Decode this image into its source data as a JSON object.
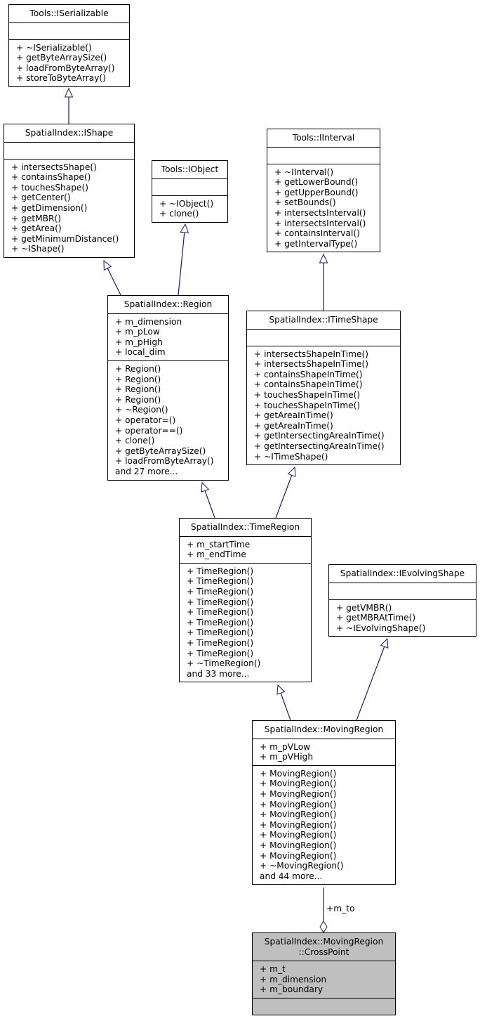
{
  "classes": [
    {
      "id": "iserializable",
      "title": [
        "Tools::ISerializable"
      ],
      "attributes": [],
      "methods": [
        "+ ~ISerializable()",
        "+ getByteArraySize()",
        "+ loadFromByteArray()",
        "+ storeToByteArray()"
      ]
    },
    {
      "id": "ishape",
      "title": [
        "SpatialIndex::IShape"
      ],
      "attributes": [],
      "methods": [
        "+ intersectsShape()",
        "+ containsShape()",
        "+ touchesShape()",
        "+ getCenter()",
        "+ getDimension()",
        "+ getMBR()",
        "+ getArea()",
        "+ getMinimumDistance()",
        "+ ~IShape()"
      ]
    },
    {
      "id": "iobject",
      "title": [
        "Tools::IObject"
      ],
      "attributes": [],
      "methods": [
        "+ ~IObject()",
        "+ clone()"
      ]
    },
    {
      "id": "iinterval",
      "title": [
        "Tools::IInterval"
      ],
      "attributes": [],
      "methods": [
        "+ ~IInterval()",
        "+ getLowerBound()",
        "+ getUpperBound()",
        "+ setBounds()",
        "+ intersectsInterval()",
        "+ intersectsInterval()",
        "+ containsInterval()",
        "+ getIntervalType()"
      ]
    },
    {
      "id": "region",
      "title": [
        "SpatialIndex::Region"
      ],
      "attributes": [
        "+ m_dimension",
        "+ m_pLow",
        "+ m_pHigh",
        "+ local_dim"
      ],
      "methods": [
        "+ Region()",
        "+ Region()",
        "+ Region()",
        "+ Region()",
        "+ ~Region()",
        "+ operator=()",
        "+ operator==()",
        "+ clone()",
        "+ getByteArraySize()",
        "+ loadFromByteArray()",
        "and 27 more..."
      ]
    },
    {
      "id": "itimeshape",
      "title": [
        "SpatialIndex::ITimeShape"
      ],
      "attributes": [],
      "methods": [
        "+ intersectsShapeInTime()",
        "+ intersectsShapeInTime()",
        "+ containsShapeInTime()",
        "+ containsShapeInTime()",
        "+ touchesShapeInTime()",
        "+ touchesShapeInTime()",
        "+ getAreaInTime()",
        "+ getAreaInTime()",
        "+ getIntersectingAreaInTime()",
        "+ getIntersectingAreaInTime()",
        "+ ~ITimeShape()"
      ]
    },
    {
      "id": "timeregion",
      "title": [
        "SpatialIndex::TimeRegion"
      ],
      "attributes": [
        "+ m_startTime",
        "+ m_endTime"
      ],
      "methods": [
        "+ TimeRegion()",
        "+ TimeRegion()",
        "+ TimeRegion()",
        "+ TimeRegion()",
        "+ TimeRegion()",
        "+ TimeRegion()",
        "+ TimeRegion()",
        "+ TimeRegion()",
        "+ TimeRegion()",
        "+ ~TimeRegion()",
        "and 33 more..."
      ]
    },
    {
      "id": "ievolvingshape",
      "title": [
        "SpatialIndex::IEvolvingShape"
      ],
      "attributes": [],
      "methods": [
        "+ getVMBR()",
        "+ getMBRAtTime()",
        "+ ~IEvolvingShape()"
      ]
    },
    {
      "id": "movingregion",
      "title": [
        "SpatialIndex::MovingRegion"
      ],
      "attributes": [
        "+ m_pVLow",
        "+ m_pVHigh"
      ],
      "methods": [
        "+ MovingRegion()",
        "+ MovingRegion()",
        "+ MovingRegion()",
        "+ MovingRegion()",
        "+ MovingRegion()",
        "+ MovingRegion()",
        "+ MovingRegion()",
        "+ MovingRegion()",
        "+ MovingRegion()",
        "+ ~MovingRegion()",
        "and 44 more..."
      ]
    },
    {
      "id": "crosspoint",
      "title": [
        "SpatialIndex::MovingRegion",
        "::CrossPoint"
      ],
      "attributes": [
        "+ m_t",
        "+ m_dimension",
        "+ m_boundary"
      ],
      "methods": [],
      "highlighted": true
    }
  ],
  "edges": [
    {
      "from": "ishape",
      "to": "iserializable",
      "type": "inheritance"
    },
    {
      "from": "region",
      "to": "ishape",
      "type": "inheritance"
    },
    {
      "from": "region",
      "to": "iobject",
      "type": "inheritance"
    },
    {
      "from": "itimeshape",
      "to": "iinterval",
      "type": "inheritance"
    },
    {
      "from": "timeregion",
      "to": "region",
      "type": "inheritance"
    },
    {
      "from": "timeregion",
      "to": "itimeshape",
      "type": "inheritance"
    },
    {
      "from": "movingregion",
      "to": "timeregion",
      "type": "inheritance"
    },
    {
      "from": "movingregion",
      "to": "ievolvingshape",
      "type": "inheritance"
    },
    {
      "from": "movingregion",
      "to": "crosspoint",
      "type": "aggregation",
      "label": "+m_to"
    }
  ],
  "colors": {
    "edge": "#191970",
    "highlight": "#bfbfbf",
    "border": "#000000"
  }
}
